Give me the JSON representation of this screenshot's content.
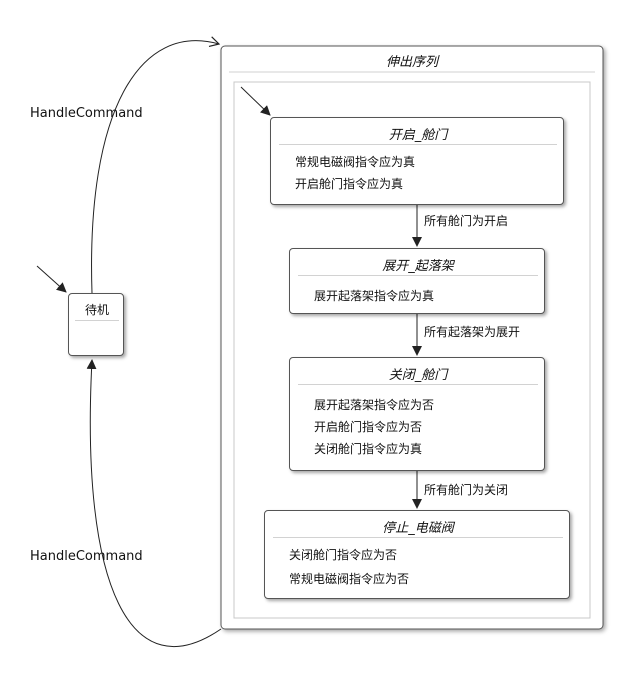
{
  "idle": {
    "title": "待机"
  },
  "sequence": {
    "title": "伸出序列"
  },
  "states": [
    {
      "title": "开启_舱门",
      "actions": [
        "常规电磁阀指令应为真",
        "开启舱门指令应为真"
      ]
    },
    {
      "title": "展开_起落架",
      "actions": [
        "展开起落架指令应为真"
      ]
    },
    {
      "title": "关闭_舱门",
      "actions": [
        "展开起落架指令应为否",
        "开启舱门指令应为否",
        "关闭舱门指令应为真"
      ]
    },
    {
      "title": "停止_电磁阀",
      "actions": [
        "关闭舱门指令应为否",
        "常规电磁阀指令应为否"
      ]
    }
  ],
  "transitions": [
    {
      "event": "HandleCommand"
    },
    {
      "event": "HandleCommand"
    },
    {
      "event": "所有舱门为开启"
    },
    {
      "event": "所有起落架为展开"
    },
    {
      "event": "所有舱门为关闭"
    }
  ]
}
